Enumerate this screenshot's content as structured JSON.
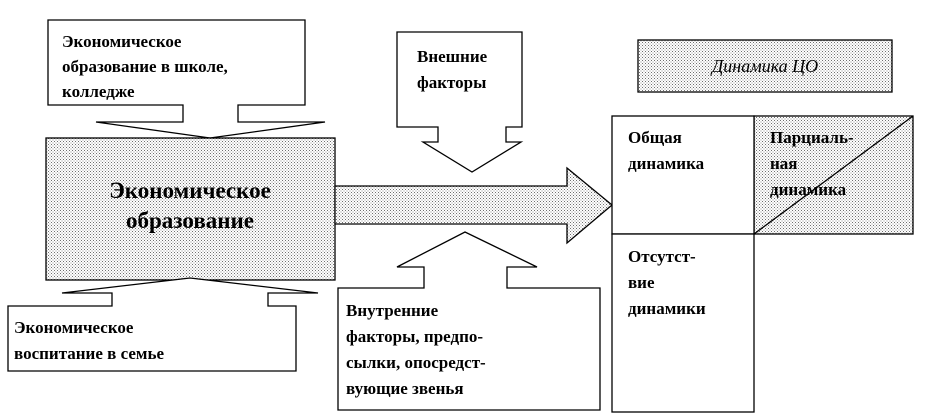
{
  "boxes": {
    "school": [
      "Экономическое",
      "образование в школе,",
      "колледже"
    ],
    "main": [
      "Экономическое",
      "образование"
    ],
    "family": [
      "Экономическое",
      "воспитание в семье"
    ],
    "external": [
      "Внешние",
      "факторы"
    ],
    "internal": [
      "Внутренние",
      "факторы, предпо-",
      "сылки, опосредст-",
      "вующие звенья"
    ],
    "dynamics_title": "Динамика ЦО",
    "general": [
      "Общая",
      "динамика"
    ],
    "partial": [
      "Парциаль-",
      "ная",
      "динамика"
    ],
    "absent": [
      "Отсутст-",
      "вие",
      "динамики"
    ]
  }
}
